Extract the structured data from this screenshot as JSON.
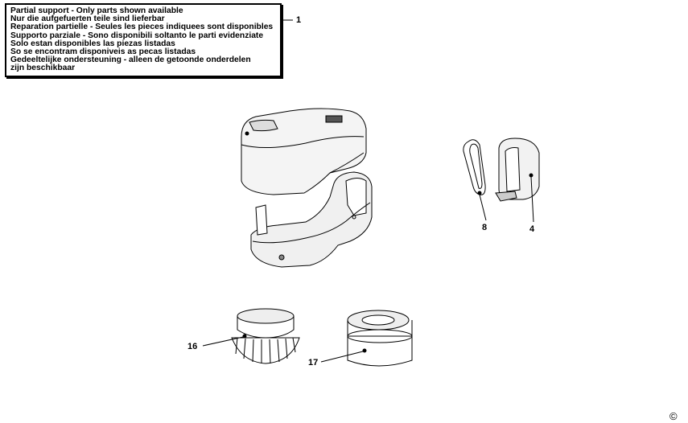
{
  "notice": {
    "lines": [
      "Partial support - Only parts shown available",
      "Nur die aufgefuerten teile sind lieferbar",
      "Reparation partielle - Seules les pieces indiquees sont disponibles",
      "Supporto parziale - Sono disponibili soltanto le parti evidenziate",
      "Solo estan disponibles las piezas listadas",
      "So se encontram disponiveis as pecas listadas",
      "Gedeeltelijke ondersteuning - alleen de getoonde onderdelen",
      "zijn beschikbaar"
    ]
  },
  "callouts": {
    "notice_ref": "1",
    "seal": "8",
    "cap": "4",
    "brush": "16",
    "adapter": "17"
  },
  "copyright": "©"
}
